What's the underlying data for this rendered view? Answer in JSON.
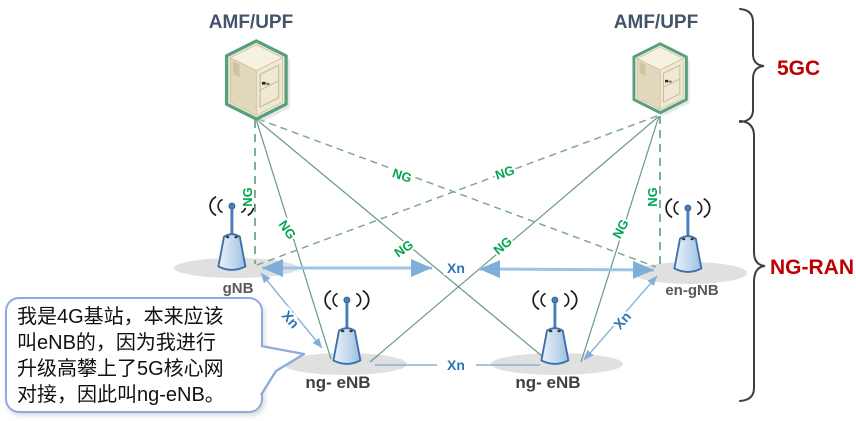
{
  "core": {
    "left_title": "AMF/UPF",
    "right_title": "AMF/UPF"
  },
  "groups": {
    "core": "5GC",
    "ran": "NG-RAN"
  },
  "nodes": {
    "gnb": "gNB",
    "en_gnb": "en-gNB",
    "ng_enb_left": "ng- eNB",
    "ng_enb_right": "ng- eNB"
  },
  "links": {
    "ng": "NG",
    "xn": "Xn"
  },
  "callout": {
    "lines": [
      "我是4G基站，本来应该",
      "叫eNB的，因为我进行",
      "升级高攀上了5G核心网",
      "对接，因此叫ng-eNB。"
    ]
  },
  "colors": {
    "ng_link": "#7FA796",
    "ng_label": "#00A651",
    "xn_link": "#9DC3E6",
    "xn_label": "#2E75B6",
    "group_label": "#C00000",
    "core_title": "#44546A",
    "node_label": "#595959",
    "callout_border": "#8FAADC",
    "server_outline": "#56A07E",
    "tower_fill": "#BCD4EC"
  }
}
